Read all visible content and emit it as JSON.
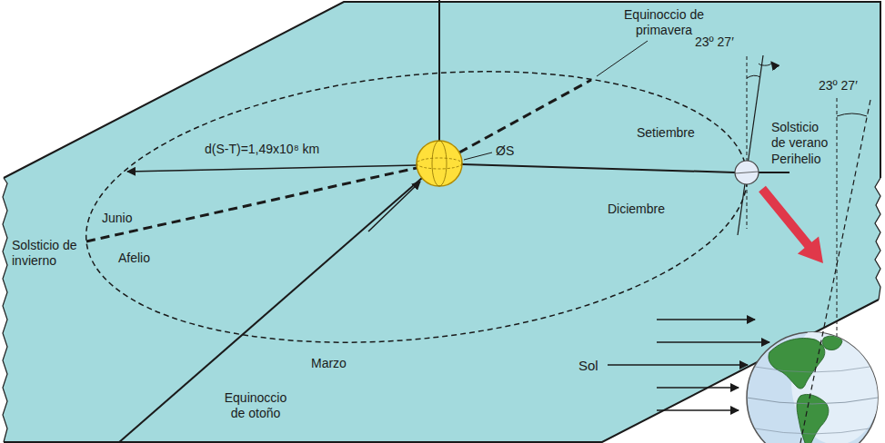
{
  "diagram": {
    "labels": [
      "Equinoccio de primavera",
      "23º 27′",
      "Setiembre",
      "d(S-T)=1,49x10⁸ km",
      "ØS",
      "Solsticio de verano",
      "Perihelio",
      "23º 27′",
      "Junio",
      "Solsticio de invierno",
      "Afelio",
      "Diciembre",
      "Marzo",
      "Equinoccio de otoño",
      "Sol"
    ]
  }
}
